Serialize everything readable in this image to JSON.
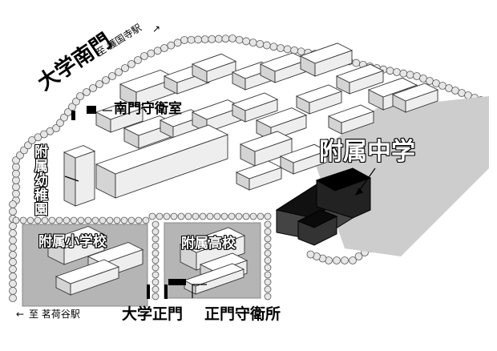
{
  "labels": {
    "south_gate": "大学南門",
    "to_gokokuji": "至 護国寺駅",
    "south_gate_guard": "南門守衛室",
    "kindergarten": "附属幼稚園",
    "junior_high": "附属中学",
    "elementary": "附属小学校",
    "high_school": "附属高校",
    "to_myogadani": "至 茗荷谷駅",
    "main_gate": "大学正門",
    "main_gate_guard": "正門守衛所"
  },
  "colors": {
    "building_top": "#ffffff",
    "building_side": "#cfcfcf",
    "tree_fill": "#e2e2e2",
    "highlight": "#111111",
    "school_area": "#a9a9a9",
    "ground_gray": "#bdbdbd"
  }
}
